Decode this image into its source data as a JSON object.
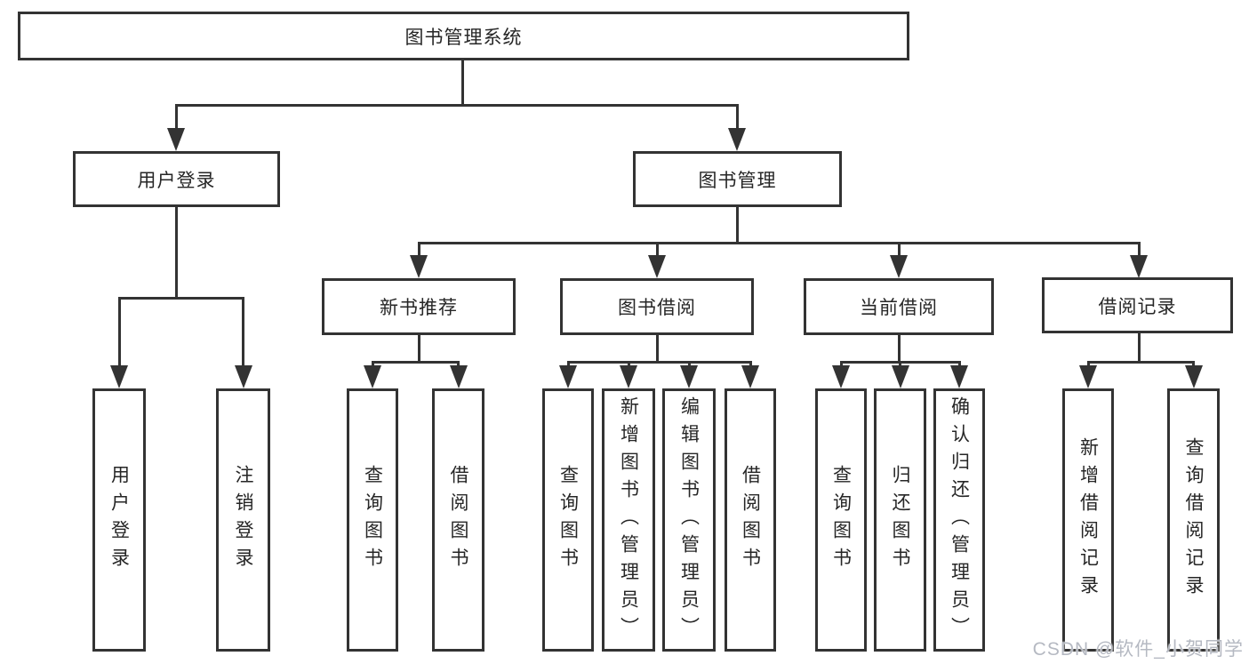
{
  "diagram": {
    "root": {
      "label": "图书管理系统"
    },
    "level2": {
      "user_login": {
        "label": "用户登录"
      },
      "book_management": {
        "label": "图书管理"
      }
    },
    "level3": {
      "new_book_recommend": {
        "label": "新书推荐"
      },
      "book_borrow": {
        "label": "图书借阅"
      },
      "current_borrow": {
        "label": "当前借阅"
      },
      "borrow_record": {
        "label": "借阅记录"
      }
    },
    "leaves": {
      "login": {
        "label": "用户登录"
      },
      "logout": {
        "label": "注销登录"
      },
      "recommend_query_book": {
        "label": "查询图书"
      },
      "recommend_borrow_book": {
        "label": "借阅图书"
      },
      "borrow_query_book": {
        "label": "查询图书"
      },
      "borrow_add_book": {
        "label": "新增图书（管理员）"
      },
      "borrow_edit_book": {
        "label": "编辑图书（管理员）"
      },
      "borrow_lend_book": {
        "label": "借阅图书"
      },
      "current_query_book": {
        "label": "查询图书"
      },
      "current_return_book": {
        "label": "归还图书"
      },
      "current_confirm_return": {
        "label": "确认归还（管理员）"
      },
      "record_add": {
        "label": "新增借阅记录"
      },
      "record_query": {
        "label": "查询借阅记录"
      }
    },
    "watermark": "CSDN @软件_小贺同学",
    "colors": {
      "line": "#333333",
      "box_border": "#333333",
      "text": "#262626",
      "watermark": "#b5b9c2",
      "background": "#ffffff"
    }
  }
}
